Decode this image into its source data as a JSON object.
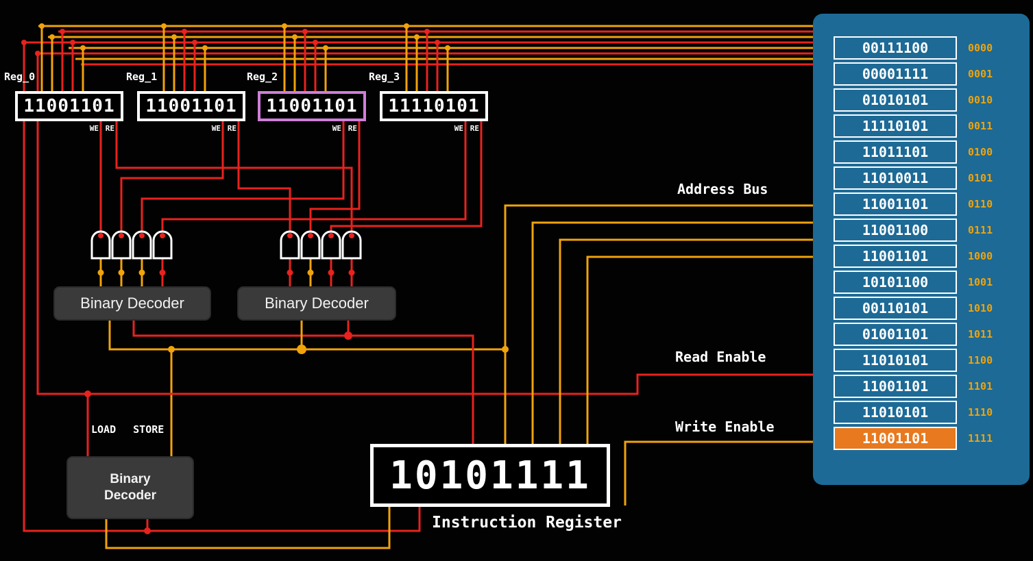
{
  "colors": {
    "background": "#020202",
    "wire_orange": "#f0a30a",
    "wire_red": "#e8221d",
    "register_border": "#ffffff",
    "register_highlight_border": "#cf7fd8",
    "decoder_bg": "#3a3a3a",
    "memory_bg": "#1d6a96",
    "memory_highlight_bg": "#e8791e",
    "address_text": "#f0a30a",
    "text": "#ffffff"
  },
  "registers": [
    {
      "name": "Reg_0",
      "value": "11001101",
      "we_label": "WE",
      "re_label": "RE",
      "highlighted": false
    },
    {
      "name": "Reg_1",
      "value": "11001101",
      "we_label": "WE",
      "re_label": "RE",
      "highlighted": false
    },
    {
      "name": "Reg_2",
      "value": "11001101",
      "we_label": "WE",
      "re_label": "RE",
      "highlighted": true
    },
    {
      "name": "Reg_3",
      "value": "11110101",
      "we_label": "WE",
      "re_label": "RE",
      "highlighted": false
    }
  ],
  "decoders": {
    "we_decoder_label": "Binary Decoder",
    "re_decoder_label": "Binary Decoder",
    "loadstore_decoder_label": "Binary Decoder",
    "load_store_label": "LOAD STORE"
  },
  "instruction_register": {
    "value": "10101111",
    "caption": "Instruction Register"
  },
  "bus_labels": {
    "address_bus": "Address Bus",
    "read_enable": "Read Enable",
    "write_enable": "Write Enable"
  },
  "memory": {
    "cells": [
      {
        "value": "00111100",
        "address": "0000",
        "highlighted": false
      },
      {
        "value": "00001111",
        "address": "0001",
        "highlighted": false
      },
      {
        "value": "01010101",
        "address": "0010",
        "highlighted": false
      },
      {
        "value": "11110101",
        "address": "0011",
        "highlighted": false
      },
      {
        "value": "11011101",
        "address": "0100",
        "highlighted": false
      },
      {
        "value": "11010011",
        "address": "0101",
        "highlighted": false
      },
      {
        "value": "11001101",
        "address": "0110",
        "highlighted": false
      },
      {
        "value": "11001100",
        "address": "0111",
        "highlighted": false
      },
      {
        "value": "11001101",
        "address": "1000",
        "highlighted": false
      },
      {
        "value": "10101100",
        "address": "1001",
        "highlighted": false
      },
      {
        "value": "00110101",
        "address": "1010",
        "highlighted": false
      },
      {
        "value": "01001101",
        "address": "1011",
        "highlighted": false
      },
      {
        "value": "11010101",
        "address": "1100",
        "highlighted": false
      },
      {
        "value": "11001101",
        "address": "1101",
        "highlighted": false
      },
      {
        "value": "11010101",
        "address": "1110",
        "highlighted": false
      },
      {
        "value": "11001101",
        "address": "1111",
        "highlighted": true
      }
    ]
  }
}
